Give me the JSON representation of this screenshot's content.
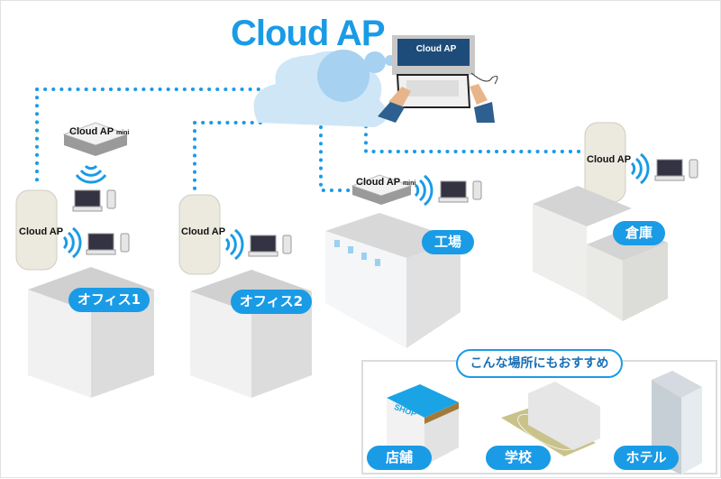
{
  "title": "Cloud AP",
  "laptop_screen": "Cloud AP",
  "devices": {
    "ap_label": "Cloud AP",
    "mini_label": "Cloud AP",
    "mini_suffix": "mini"
  },
  "sites": {
    "office1": "オフィス1",
    "office2": "オフィス2",
    "factory": "工場",
    "warehouse": "倉庫"
  },
  "recommend": {
    "heading": "こんな場所にもおすすめ",
    "shop_sign": "SHOP",
    "items": [
      "店舗",
      "学校",
      "ホテル"
    ]
  },
  "colors": {
    "accent": "#1a9be6",
    "cloud": "#cfe6f6",
    "laptop_screen": "#1e4c7a"
  }
}
